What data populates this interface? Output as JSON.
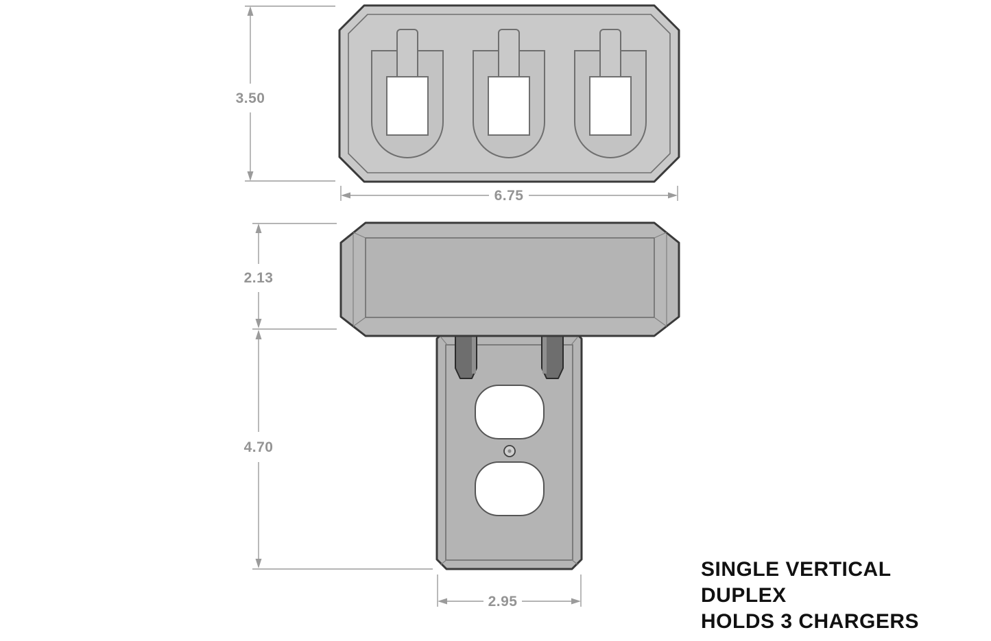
{
  "dimensions": {
    "top_height": "3.50",
    "top_width": "6.75",
    "shelf_height": "2.13",
    "plate_height": "4.70",
    "plate_width": "2.95"
  },
  "caption": {
    "line1": "SINGLE VERTICAL",
    "line2": "DUPLEX",
    "line3": "HOLDS 3 CHARGERS"
  },
  "colors": {
    "background": "#ffffff",
    "body_fill": "#c9c9c9",
    "bar_fill": "#b8b8b8",
    "plate_fill": "#b5b5b5",
    "clip_fill": "#6e6e6e",
    "outline": "#3a3a3a",
    "dim_line": "#9b9b9b",
    "dim_text": "#949494",
    "caption_text": "#111111"
  }
}
